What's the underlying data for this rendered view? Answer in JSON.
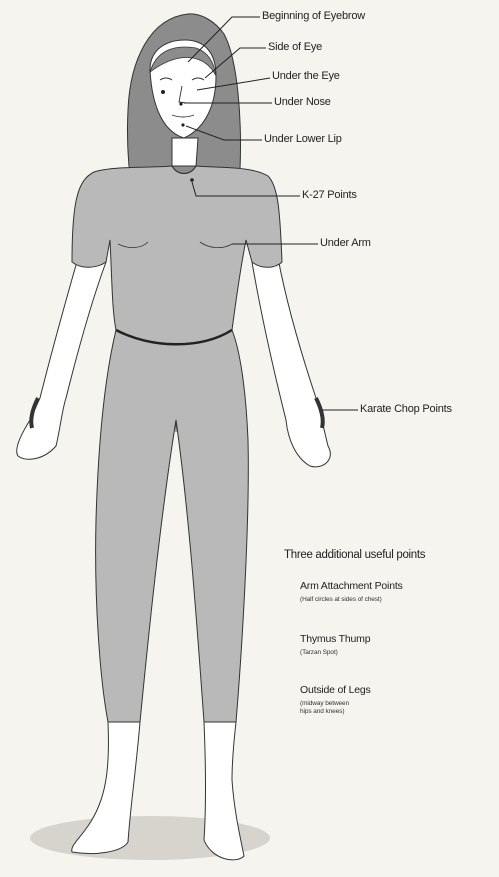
{
  "labels": {
    "beginning_of_eyebrow": "Beginning of Eyebrow",
    "side_of_eye": "Side of Eye",
    "under_the_eye": "Under the Eye",
    "under_nose": "Under Nose",
    "under_lower_lip": "Under Lower Lip",
    "k27_points": "K-27 Points",
    "under_arm": "Under Arm",
    "karate_chop_points": "Karate Chop Points"
  },
  "additional": {
    "title": "Three additional useful points",
    "items": [
      {
        "name": "Arm Attachment Points",
        "note": "(Half circles at sides of chest)"
      },
      {
        "name": "Thymus Thump",
        "note": "(Tarzan Spot)"
      },
      {
        "name": "Outside of Legs",
        "note": "(midway between\nhips and knees)"
      }
    ]
  },
  "colors": {
    "skin": "#ffffff",
    "clothing": "#b9b9b9",
    "hair": "#8c8c8c",
    "outline": "#333333",
    "shadow": "#d7d4cd",
    "background": "#f6f4ef"
  }
}
